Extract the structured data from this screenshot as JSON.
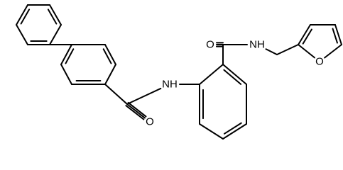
{
  "atom_labels": {
    "amide_o_left": "O",
    "amide_nh_left": "NH",
    "amide_o_right": "O",
    "amide_nh_right": "NH",
    "furan_o": "O"
  },
  "colors": {
    "bond": "#000000",
    "label": "#000000",
    "background": "#ffffff"
  }
}
